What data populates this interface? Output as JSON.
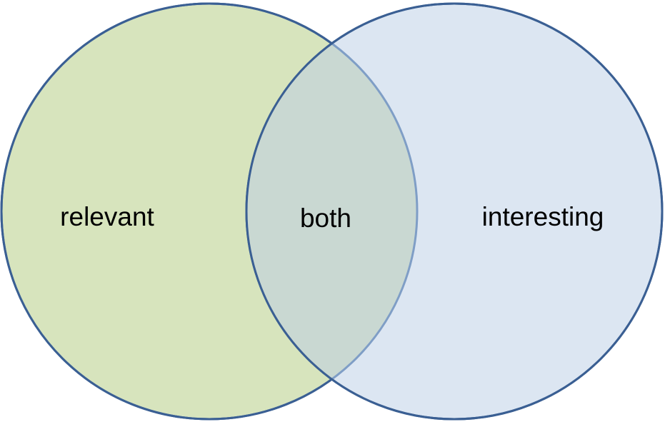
{
  "venn": {
    "sets": [
      {
        "id": "left",
        "label": "relevant",
        "fill": "#d7e4bd",
        "stroke": "#3a5f93"
      },
      {
        "id": "right",
        "label": "interesting",
        "fill": "#dce6f2",
        "stroke": "#3a5f93"
      }
    ],
    "intersection": {
      "label": "both",
      "fill": "#c9d8d2",
      "stroke": "#7f9ec6"
    }
  }
}
